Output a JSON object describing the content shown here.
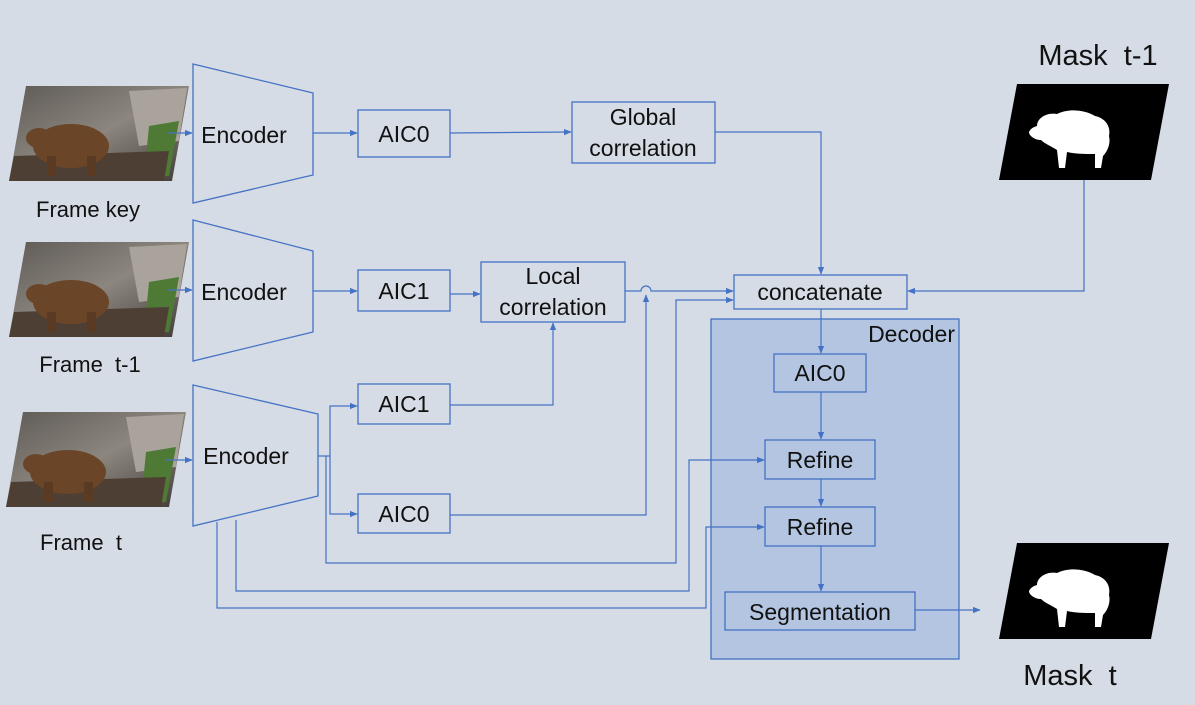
{
  "frames": {
    "key": "Frame key",
    "t_minus_1": "Frame  t-1",
    "t": "Frame  t"
  },
  "encoders": [
    "Encoder",
    "Encoder",
    "Encoder"
  ],
  "aic": {
    "key": "AIC0",
    "tm1": "AIC1",
    "t_aic1": "AIC1",
    "t_aic0": "AIC0"
  },
  "correlation": {
    "global": [
      "Global",
      "correlation"
    ],
    "local": [
      "Local",
      "correlation"
    ]
  },
  "concatenate": "concatenate",
  "decoder": {
    "title": "Decoder",
    "aic0": "AIC0",
    "refine1": "Refine",
    "refine2": "Refine",
    "segmentation": "Segmentation"
  },
  "masks": {
    "input": "Mask  t-1",
    "output": "Mask  t"
  },
  "colors": {
    "background": "#d6dce5",
    "line": "#4472c4",
    "decoder_fill": "#b4c5e1",
    "mask_fill": "#000000"
  }
}
